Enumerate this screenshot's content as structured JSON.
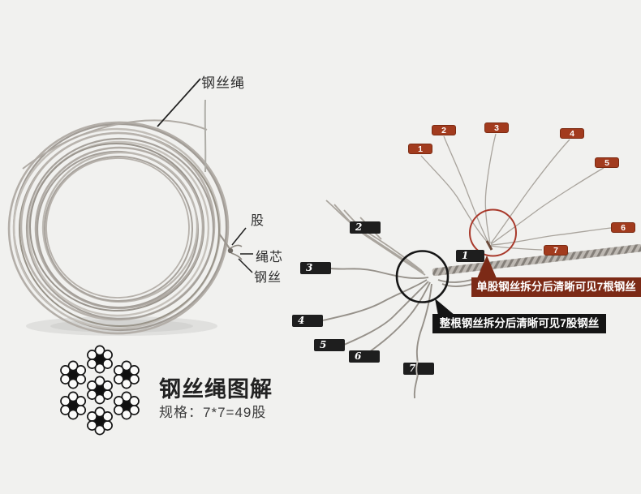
{
  "page": {
    "background": "#f1f1ef"
  },
  "left_photo": {
    "rope_label": "钢丝绳",
    "strand_label": "股",
    "core_label": "绳芯",
    "wire_label": "钢丝"
  },
  "cross_section": {
    "title": "钢丝绳图解",
    "spec": "规格：7*7=49股"
  },
  "split_diagram": {
    "wire_tags": [
      "1",
      "2",
      "3",
      "4",
      "5",
      "6",
      "7"
    ],
    "strand_tags": [
      "1",
      "2",
      "3",
      "4",
      "5",
      "6",
      "7"
    ],
    "single_strand_callout": "单股钢丝拆分后清晰可见7根钢丝",
    "whole_rope_callout": "整根钢丝拆分后清晰可见7股钢丝"
  },
  "colors": {
    "background": "#f1f1ef",
    "wire_tag_bg": "#a23b1e",
    "strand_tag_bg": "#1e1e1e",
    "single_callout_bg": "#7c2a16",
    "whole_callout_bg": "#141414",
    "highlight_circle_red": "#a93a2c",
    "highlight_circle_black": "#161616",
    "wire_gray": "#a8a39c"
  }
}
